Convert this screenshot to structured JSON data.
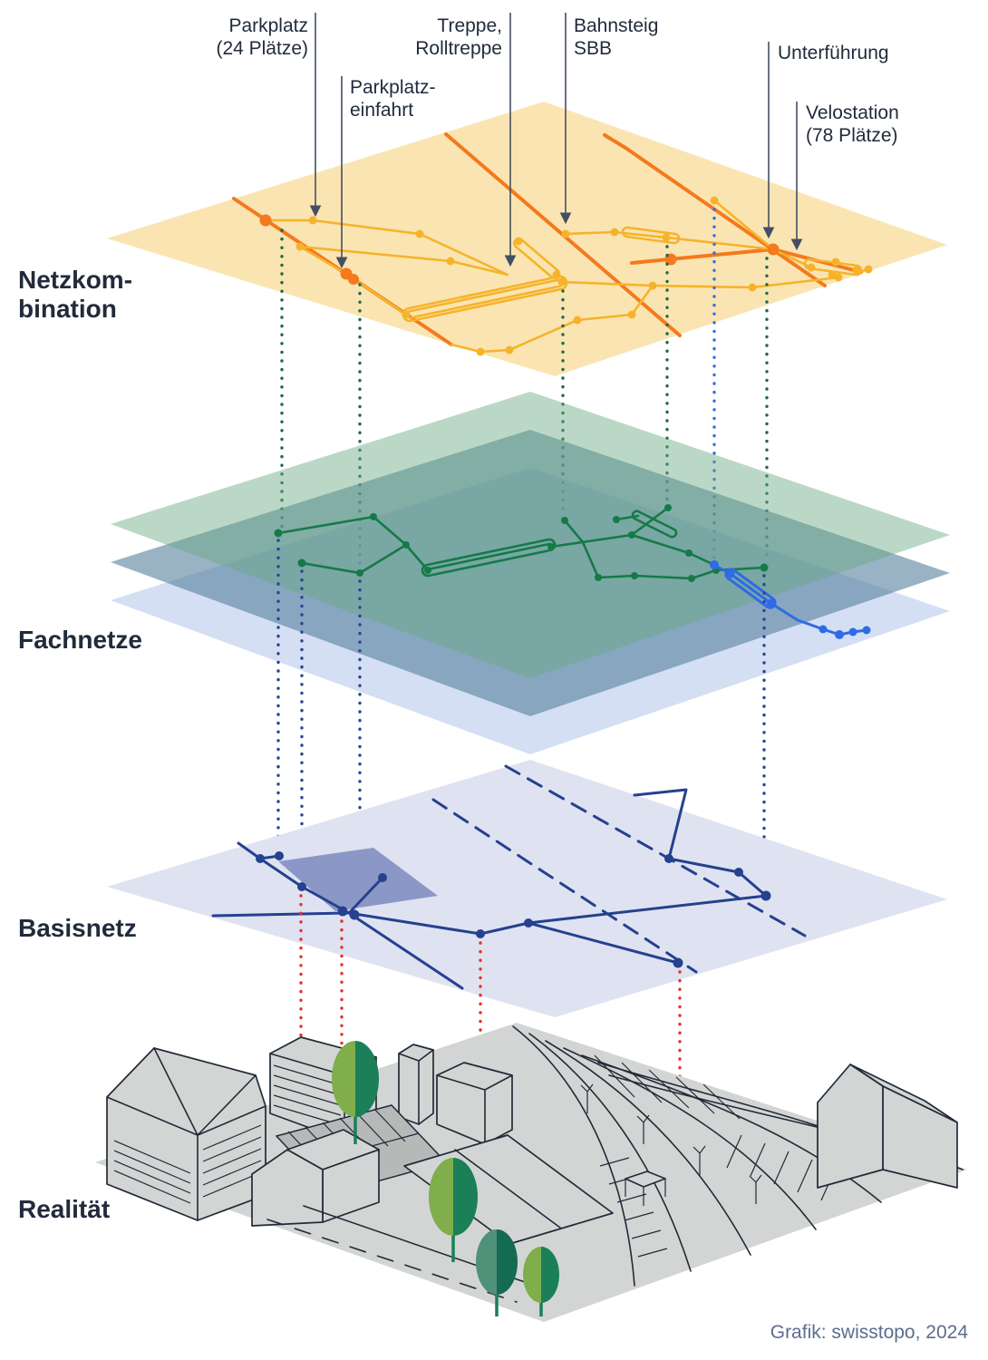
{
  "annotations": {
    "parkplatz": {
      "text": "Parkplatz\n(24 Plätze)"
    },
    "einfahrt": {
      "text": "Parkplatz-\neinfahrt"
    },
    "treppe": {
      "text": "Treppe,\nRolltreppe"
    },
    "bahnsteig": {
      "text": "Bahnsteig\nSBB"
    },
    "unterfuehrung": {
      "text": "Unterführung"
    },
    "velostation": {
      "text": "Velostation\n(78 Plätze)"
    }
  },
  "layers": {
    "netzkombination": {
      "label": "Netzkom-\nbination"
    },
    "fachnetze": {
      "label": "Fachnetze"
    },
    "basisnetz": {
      "label": "Basisnetz"
    },
    "realitaet": {
      "label": "Realität"
    }
  },
  "attribution": "Grafik: swisstopo, 2024",
  "colors": {
    "text_dark": "#222b3c",
    "text_muted": "#5d6d8d",
    "leader": "#454f63",
    "layer_yellow": "#fae5b2",
    "road_orange": "#f5791d",
    "network_yellow": "#f6b32a",
    "sheet_green": "#69a883",
    "sheet_steel": "#55819d",
    "sheet_lightblue": "#aabfe8",
    "network_green": "#157a48",
    "dotted_green": "#1d6a45",
    "network_blue": "#2e6be6",
    "dotted_blue": "#3a6ede",
    "layer_lavender": "#dfe3f1",
    "footprint_blue": "#8b97c7",
    "network_navy": "#25418f",
    "dotted_navy": "#2a4496",
    "dotted_red": "#e63229",
    "city_gray": "#d3d5d4",
    "city_dark_gray": "#b6b9b8",
    "city_outline": "#222a38",
    "tree_light": "#7fae4a",
    "tree_dark": "#1b7f58"
  }
}
